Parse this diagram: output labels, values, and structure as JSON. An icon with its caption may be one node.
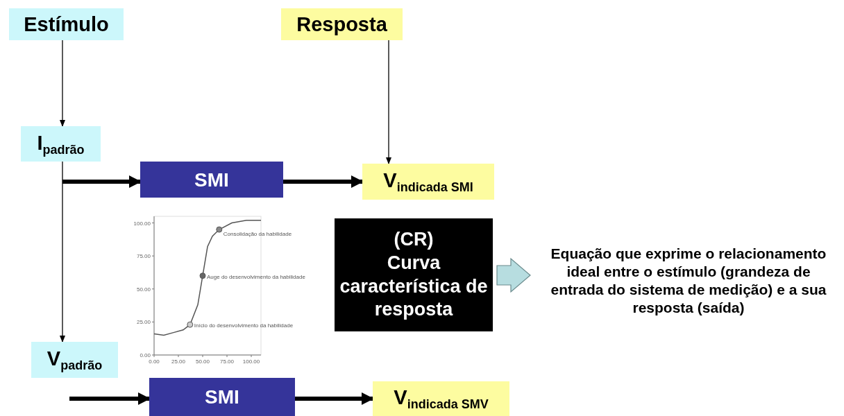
{
  "diagram": {
    "nodes": [
      {
        "text": [
          "Estímulo"
        ]
      },
      {
        "text": [
          "Resposta"
        ]
      },
      {
        "text": [
          "I$_{padrão}$"
        ]
      },
      {
        "text": [
          "V$_{indicada SMI}$"
        ]
      },
      {
        "text": [
          "SMI"
        ]
      },
      {
        "text": [
          "V$_{padrão}$"
        ]
      },
      {
        "text": [
          "V$_{indicada SMV}$"
        ]
      },
      {
        "text": [
          "SMI"
        ]
      },
      {
        "text": [
          "(CR)",
          "Curva característica de resposta"
        ]
      },
      {
        "text": [
          "Equação que exprime o relacionamento ideal entre o estímulo (grandeza de entrada do sistema de medição) e a sua resposta (saída)"
        ]
      }
    ],
    "edges": [
      {
        "from": 0,
        "to": 2,
        "arrow": "to"
      },
      {
        "from": 1,
        "to": 3,
        "arrow": "to"
      },
      {
        "from": null,
        "to": 4,
        "arrow": "to"
      },
      {
        "from": 4,
        "to": 3,
        "arrow": "to"
      },
      {
        "from": 2,
        "to": 5,
        "arrow": "to"
      },
      {
        "from": null,
        "to": 7,
        "arrow": "to"
      },
      {
        "from": 7,
        "to": 6,
        "arrow": "to"
      },
      {
        "from": 8,
        "to": 9,
        "arrow": "to",
        "style": "thick",
        "color": "#b7dde0"
      }
    ],
    "chart_data": {
      "type": "line",
      "x": [
        0,
        10,
        20,
        30,
        37,
        45,
        50,
        55,
        60,
        67,
        80,
        95,
        110
      ],
      "series": [
        {
          "color": "#555555",
          "values": [
            16,
            15,
            17,
            19,
            23,
            38,
            60,
            82,
            90,
            95,
            100,
            102,
            102
          ]
        }
      ],
      "xlim": [
        0,
        110
      ],
      "ylim": [
        0,
        105
      ],
      "xticks": [
        {
          "value": 0,
          "label": "0.00"
        },
        {
          "value": 25,
          "label": "25.00"
        },
        {
          "value": 50,
          "label": "50.00"
        },
        {
          "value": 75,
          "label": "75.00"
        },
        {
          "value": 100,
          "label": "100.00"
        }
      ],
      "yticks": [
        {
          "value": 0,
          "label": "0.00"
        },
        {
          "value": 25,
          "label": "25.00"
        },
        {
          "value": 50,
          "label": "50.00"
        },
        {
          "value": 75,
          "label": "75.00"
        },
        {
          "value": 100,
          "label": "100.00"
        }
      ],
      "annotations": [
        {
          "x": 37,
          "y": 23,
          "text": "Início do desenvolvimento da habilidade"
        },
        {
          "x": 50,
          "y": 60,
          "text": "Auge do desenvolvimento da habilidade"
        },
        {
          "x": 67,
          "y": 95,
          "text": "Consolidação da habilidade"
        }
      ]
    }
  }
}
